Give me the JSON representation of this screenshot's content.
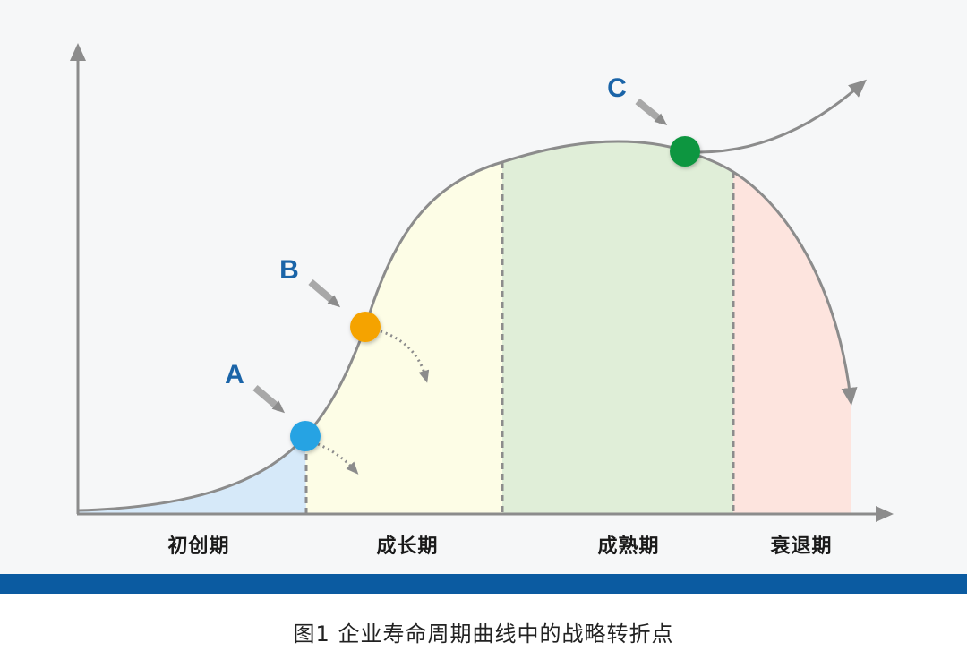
{
  "phases": [
    {
      "label": "初创期",
      "color": "#d6e9f9"
    },
    {
      "label": "成长期",
      "color": "#fdfde6"
    },
    {
      "label": "成熟期",
      "color": "#e0eed8"
    },
    {
      "label": "衰退期",
      "color": "#fde4de"
    }
  ],
  "points": [
    {
      "label": "A",
      "color": "#27a3e3"
    },
    {
      "label": "B",
      "color": "#f5a300"
    },
    {
      "label": "C",
      "color": "#0f9640"
    }
  ],
  "caption": "图1  企业寿命周期曲线中的战略转折点",
  "colors": {
    "background": "#f6f7f8",
    "axis": "#8c8c8c",
    "label_blue": "#1a64a8",
    "band": "#0b5ba1"
  }
}
